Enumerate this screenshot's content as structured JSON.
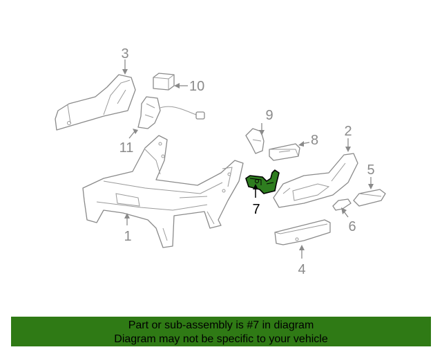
{
  "diagram": {
    "callouts": [
      {
        "id": "1",
        "label": "1"
      },
      {
        "id": "2",
        "label": "2"
      },
      {
        "id": "3",
        "label": "3"
      },
      {
        "id": "4",
        "label": "4"
      },
      {
        "id": "5",
        "label": "5"
      },
      {
        "id": "6",
        "label": "6"
      },
      {
        "id": "7",
        "label": "7"
      },
      {
        "id": "8",
        "label": "8"
      },
      {
        "id": "9",
        "label": "9"
      },
      {
        "id": "10",
        "label": "10"
      },
      {
        "id": "11",
        "label": "11"
      }
    ],
    "highlighted_part": "7",
    "highlight_color": "#2e7d1f"
  },
  "footer": {
    "line1": "Part or sub-assembly is #7 in diagram",
    "line2": "Diagram may not be specific to your vehicle",
    "background_color": "#2f7a15"
  }
}
